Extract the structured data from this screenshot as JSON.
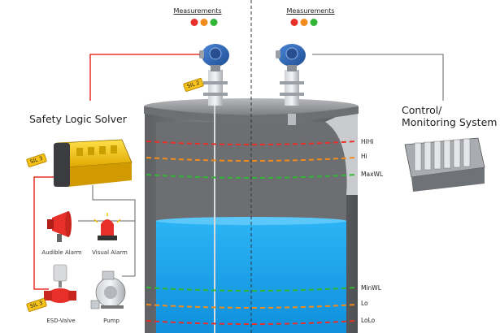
{
  "left_measurements": {
    "label": "Measurements"
  },
  "right_measurements": {
    "label": "Measurements"
  },
  "dot_colors": [
    "#e8302a",
    "#f28c1c",
    "#33b536"
  ],
  "safety_logic_solver": {
    "label": "Safety Logic Solver"
  },
  "control_system": {
    "label_line1": "Control/",
    "label_line2": "Monitoring System"
  },
  "sil_tags": {
    "transmitter": "SIL 2",
    "logic_solver": "SIL 3",
    "valve": "SIL 3"
  },
  "devices": {
    "audible_alarm": "Audible Alarm",
    "visual_alarm": "Visual Alarm",
    "esd_valve": "ESD-Valve",
    "pump": "Pump"
  },
  "levels": [
    {
      "label": "HiHi",
      "color": "#e8302a"
    },
    {
      "label": "Hi",
      "color": "#f28c1c"
    },
    {
      "label": "MaxWL",
      "color": "#33b536"
    },
    {
      "label": "MinWL",
      "color": "#33b536"
    },
    {
      "label": "Lo",
      "color": "#f28c1c"
    },
    {
      "label": "LoLo",
      "color": "#e8302a"
    }
  ],
  "colors": {
    "liquid": "#1ea8ef",
    "tank_shell": "#8a8c8f",
    "link_line": "#e8302a",
    "transmitter": "#2f5fa8"
  }
}
